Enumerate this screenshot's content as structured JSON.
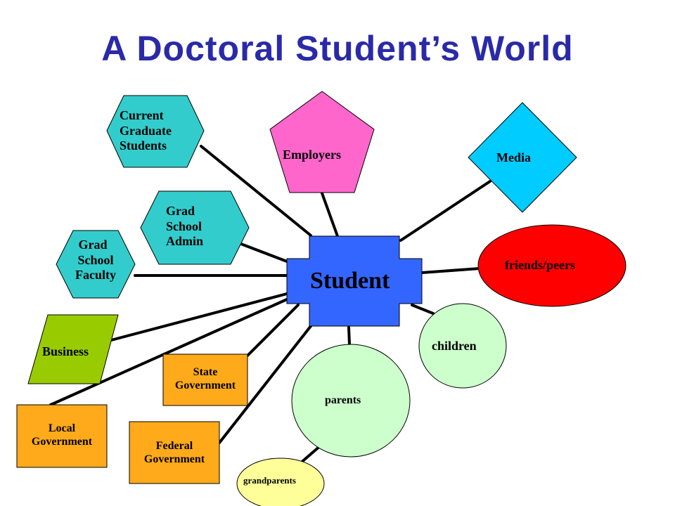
{
  "title": "A Doctoral Student’s World",
  "center": {
    "label": "Student",
    "color": "#3366ff"
  },
  "nodes": [
    {
      "id": "current-grad-students",
      "lines": [
        "Current",
        "Graduate",
        "Students"
      ],
      "color": "#33cccc",
      "shape": "hexagon"
    },
    {
      "id": "employers",
      "lines": [
        "Employers"
      ],
      "color": "#ff66cc",
      "shape": "pentagon"
    },
    {
      "id": "media",
      "lines": [
        "Media"
      ],
      "color": "#00ccff",
      "shape": "diamond"
    },
    {
      "id": "grad-school-admin",
      "lines": [
        "Grad",
        "School",
        "Admin"
      ],
      "color": "#33cccc",
      "shape": "hexagon"
    },
    {
      "id": "grad-school-faculty",
      "lines": [
        "Grad",
        "School",
        "Faculty"
      ],
      "color": "#33cccc",
      "shape": "hexagon"
    },
    {
      "id": "friends-peers",
      "lines": [
        "friends/peers"
      ],
      "color": "#ff0000",
      "shape": "ellipse"
    },
    {
      "id": "business",
      "lines": [
        "Business"
      ],
      "color": "#99cc00",
      "shape": "parallelogram"
    },
    {
      "id": "children",
      "lines": [
        "children"
      ],
      "color": "#ccffcc",
      "shape": "circle"
    },
    {
      "id": "state-government",
      "lines": [
        "State",
        "Government"
      ],
      "color": "#ffaa1a",
      "shape": "rectangle"
    },
    {
      "id": "parents",
      "lines": [
        "parents"
      ],
      "color": "#ccffcc",
      "shape": "circle"
    },
    {
      "id": "local-government",
      "lines": [
        "Local",
        "Government"
      ],
      "color": "#ffaa1a",
      "shape": "rectangle"
    },
    {
      "id": "federal-government",
      "lines": [
        "Federal",
        "Government"
      ],
      "color": "#ffaa1a",
      "shape": "rectangle"
    },
    {
      "id": "grandparents",
      "lines": [
        "grandparents"
      ],
      "color": "#ffff99",
      "shape": "ellipse"
    }
  ]
}
